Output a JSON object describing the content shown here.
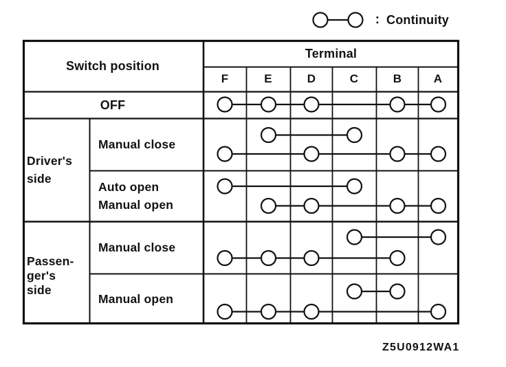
{
  "colors": {
    "ink": "#111111",
    "paper": "#ffffff"
  },
  "legend": {
    "colon": ":",
    "label": "Continuity",
    "symbol": "two circles joined by a line"
  },
  "footer": {
    "code": "Z5U0912WA1"
  },
  "table": {
    "header": {
      "switch_position": "Switch position",
      "terminal": "Terminal"
    },
    "terminals": [
      "F",
      "E",
      "D",
      "C",
      "B",
      "A"
    ],
    "groups": {
      "driver": {
        "lines": [
          "Driver's",
          "side"
        ]
      },
      "passenger": {
        "lines": [
          "Passen-",
          "ger's",
          "side"
        ]
      }
    },
    "rows": [
      {
        "key": "off",
        "group": null,
        "label_lines": [
          "OFF"
        ],
        "continuity": [
          {
            "from": "F",
            "to": "A",
            "circles": [
              "F",
              "E",
              "D",
              "B",
              "A"
            ]
          }
        ]
      },
      {
        "key": "driver-manual-close",
        "group": "driver",
        "label_lines": [
          "Manual close"
        ],
        "continuity": [
          {
            "from": "E",
            "to": "C",
            "circles": [
              "E",
              "C"
            ]
          },
          {
            "from": "F",
            "to": "A",
            "circles": [
              "F",
              "D",
              "B",
              "A"
            ]
          }
        ]
      },
      {
        "key": "driver-auto-open-manual-open",
        "group": "driver",
        "label_lines": [
          "Auto open",
          "Manual open"
        ],
        "continuity": [
          {
            "from": "F",
            "to": "C",
            "circles": [
              "F",
              "C"
            ]
          },
          {
            "from": "E",
            "to": "A",
            "circles": [
              "E",
              "D",
              "B",
              "A"
            ]
          }
        ]
      },
      {
        "key": "passenger-manual-close",
        "group": "passenger",
        "label_lines": [
          "Manual close"
        ],
        "continuity": [
          {
            "from": "C",
            "to": "A",
            "circles": [
              "C",
              "A"
            ]
          },
          {
            "from": "F",
            "to": "B",
            "circles": [
              "F",
              "E",
              "D",
              "B"
            ]
          }
        ]
      },
      {
        "key": "passenger-manual-open",
        "group": "passenger",
        "label_lines": [
          "Manual open"
        ],
        "continuity": [
          {
            "from": "C",
            "to": "B",
            "circles": [
              "C",
              "B"
            ]
          },
          {
            "from": "F",
            "to": "A",
            "circles": [
              "F",
              "E",
              "D",
              "A"
            ]
          }
        ]
      }
    ]
  }
}
